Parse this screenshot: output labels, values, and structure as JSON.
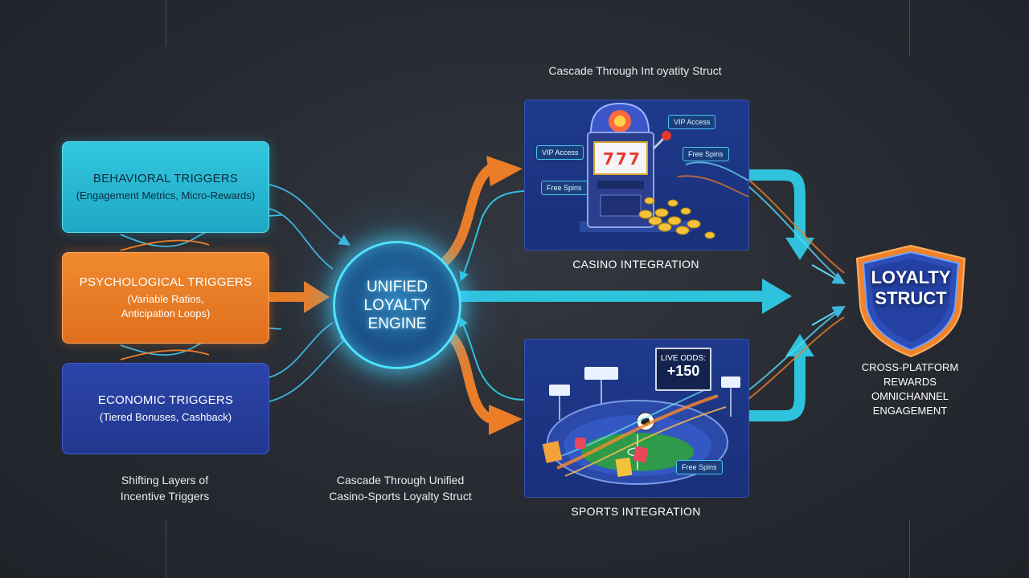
{
  "header": {
    "caption": "Cascade Through Int oyatity Struct"
  },
  "triggers": [
    {
      "title": "BEHAVIORAL TRIGGERS",
      "subtitle": "(Engagement Metrics, Micro-Rewards)",
      "color": "#2bbcd8"
    },
    {
      "title": "PSYCHOLOGICAL TRIGGERS",
      "subtitle_line1": "(Variable Ratios,",
      "subtitle_line2": "Anticipation Loops)",
      "color": "#ec7d27"
    },
    {
      "title": "ECONOMIC TRIGGERS",
      "subtitle": "(Tiered Bonuses, Cashback)",
      "color": "#253c9a"
    }
  ],
  "left_caption": {
    "line1": "Shifting Layers of",
    "line2": "Incentive Triggers"
  },
  "engine": {
    "label": "UNIFIED LOYALTY ENGINE",
    "color": "#4fe3ff"
  },
  "middle_caption": {
    "line1": "Cascade Through Unified",
    "line2": "Casino-Sports Loyalty Struct"
  },
  "casino": {
    "title": "CASINO INTEGRATION",
    "chips": {
      "vip_left": "VIP Access",
      "vip_right": "VIP Access",
      "free_spins_left": "Free Spins",
      "free_spins_right": "Free Spins"
    },
    "icon": "slot-machine-icon"
  },
  "sports": {
    "title": "SPORTS INTEGRATION",
    "odds_label": "LIVE ODDS:",
    "odds_value": "+150",
    "chip": "Free Spins",
    "icon": "stadium-icon"
  },
  "shield": {
    "label_line1": "LOYALTY",
    "label_line2": "STRUCT",
    "color": "#2d4db8",
    "accent": "#f0822a"
  },
  "outcomes": {
    "line1": "CROSS-PLATFORM",
    "line2": "REWARDS",
    "line3": "OMNICHANNEL",
    "line4": "ENGAGEMENT"
  },
  "colors": {
    "cyan": "#2fc2dc",
    "orange": "#ec7d27",
    "background": "#2a2d34"
  }
}
